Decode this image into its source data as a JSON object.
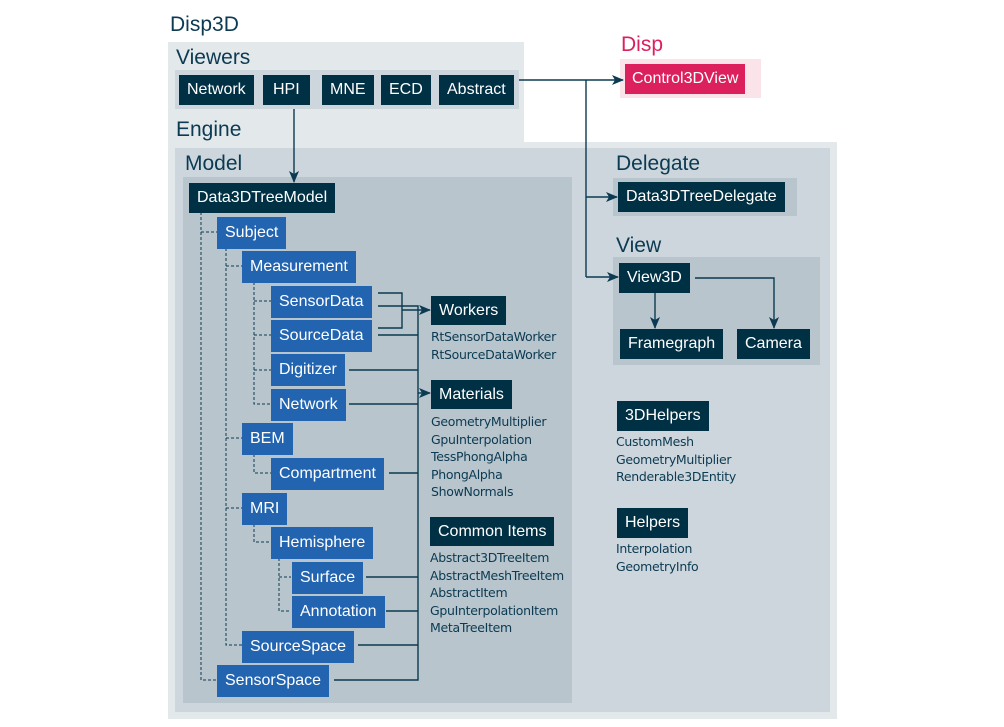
{
  "diagram": {
    "title": "Disp3D",
    "colors": {
      "dark_box": "#003044",
      "blue_box": "#2264b0",
      "pink_box": "#dc1f5d",
      "pink_title": "#dc1f5d",
      "text": "#0b3a52",
      "outer_bg": "#e3e8eb",
      "panel_bg": "#cdd6dc",
      "inner_bg": "#b8c5cc"
    },
    "viewers": {
      "title": "Viewers",
      "items": [
        "Network",
        "HPI",
        "MNE",
        "ECD",
        "Abstract"
      ]
    },
    "disp": {
      "title": "Disp",
      "item": "Control3DView"
    },
    "engine": {
      "title": "Engine",
      "model": {
        "title": "Model",
        "root": "Data3DTreeModel",
        "tree": {
          "subject": "Subject",
          "measurement": "Measurement",
          "sensor_data": "SensorData",
          "source_data": "SourceData",
          "digitizer": "Digitizer",
          "network": "Network",
          "bem": "BEM",
          "compartment": "Compartment",
          "mri": "MRI",
          "hemisphere": "Hemisphere",
          "surface": "Surface",
          "annotation": "Annotation",
          "source_space": "SourceSpace",
          "sensor_space": "SensorSpace"
        },
        "workers": {
          "title": "Workers",
          "items": [
            "RtSensorDataWorker",
            "RtSourceDataWorker"
          ]
        },
        "materials": {
          "title": "Materials",
          "items": [
            "GeometryMultiplier",
            "GpuInterpolation",
            "TessPhongAlpha",
            "PhongAlpha",
            "ShowNormals"
          ]
        },
        "common_items": {
          "title": "Common Items",
          "items": [
            "Abstract3DTreeItem",
            "AbstractMeshTreeItem",
            "AbstractItem",
            "GpuInterpolationItem",
            "MetaTreeItem"
          ]
        }
      },
      "delegate": {
        "title": "Delegate",
        "item": "Data3DTreeDelegate"
      },
      "view": {
        "title": "View",
        "root": "View3D",
        "children": [
          "Framegraph",
          "Camera"
        ]
      },
      "helpers3d": {
        "title": "3DHelpers",
        "items": [
          "CustomMesh",
          "GeometryMultiplier",
          "Renderable3DEntity"
        ]
      },
      "helpers": {
        "title": "Helpers",
        "items": [
          "Interpolation",
          "GeometryInfo"
        ]
      }
    }
  }
}
